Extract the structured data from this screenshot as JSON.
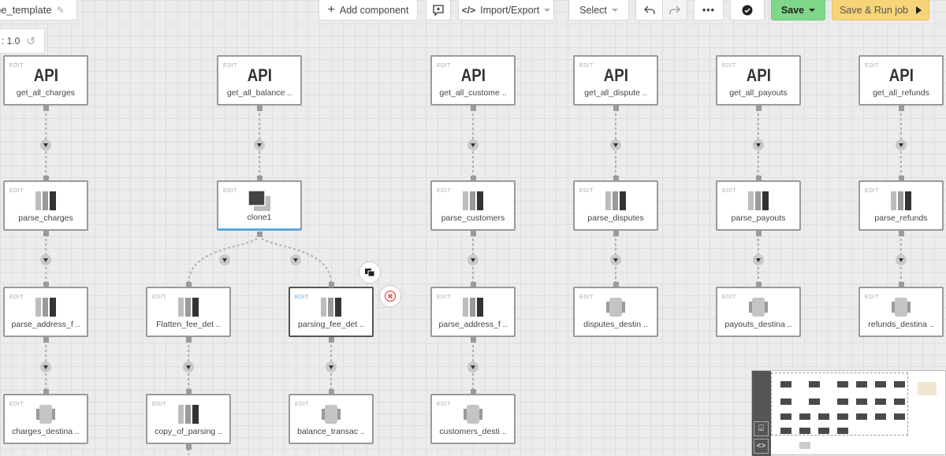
{
  "toolbar": {
    "template_name": "pe_template",
    "add_component": "Add component",
    "import_export": "Import/Export",
    "select": "Select",
    "more": "•••",
    "save": "Save",
    "save_run": "Save & Run job",
    "version": ": 1.0"
  },
  "node_edit_label": "EDIT",
  "api_text": "API",
  "nodes": [
    {
      "label": "get_all_charges",
      "type": "api"
    },
    {
      "label": "get_all_balance ..",
      "type": "api"
    },
    {
      "label": "get_all_custome ..",
      "type": "api"
    },
    {
      "label": "get_all_dispute ..",
      "type": "api"
    },
    {
      "label": "get_all_payouts",
      "type": "api"
    },
    {
      "label": "get_all_refunds",
      "type": "api"
    },
    {
      "label": "parse_charges",
      "type": "parse"
    },
    {
      "label": "clone1",
      "type": "clone"
    },
    {
      "label": "parse_customers",
      "type": "parse"
    },
    {
      "label": "parse_disputes",
      "type": "parse"
    },
    {
      "label": "parse_payouts",
      "type": "parse"
    },
    {
      "label": "parse_refunds",
      "type": "parse"
    },
    {
      "label": "parse_address_f ..",
      "type": "parse"
    },
    {
      "label": "Flatten_fee_det ..",
      "type": "parse"
    },
    {
      "label": "parsing_fee_det ..",
      "type": "parse"
    },
    {
      "label": "parse_address_f ..",
      "type": "parse"
    },
    {
      "label": "disputes_destin ..",
      "type": "dest"
    },
    {
      "label": "payouts_destina ..",
      "type": "dest"
    },
    {
      "label": "refunds_destina ..",
      "type": "dest"
    },
    {
      "label": "charges_destina ..",
      "type": "dest"
    },
    {
      "label": "copy_of_parsing ..",
      "type": "parse"
    },
    {
      "label": "balance_transac ..",
      "type": "dest"
    },
    {
      "label": "customers_desti ..",
      "type": "dest"
    }
  ],
  "colors": {
    "save": "#7fd88a",
    "save_run": "#f7d478",
    "accent": "#5aa8d8",
    "delete": "#d94a4a"
  },
  "icons": [
    "pencil-icon",
    "plus-icon",
    "comment-icon",
    "code-icon",
    "undo-icon",
    "redo-icon",
    "check-icon",
    "play-icon",
    "reset-icon",
    "duplicate-icon",
    "delete-icon",
    "fit-icon",
    "expand-icon"
  ]
}
